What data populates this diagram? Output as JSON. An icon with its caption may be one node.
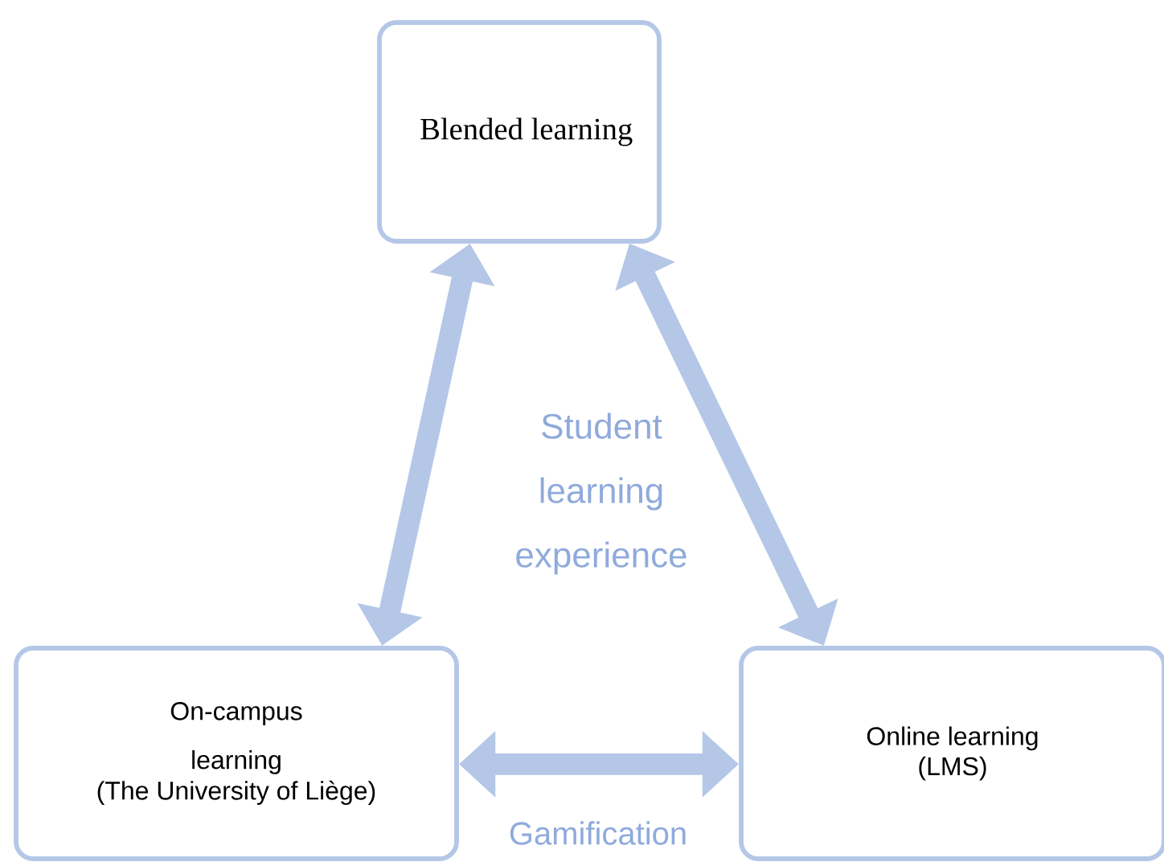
{
  "diagram": {
    "nodes": [
      {
        "text": [
          "Blended learning"
        ]
      },
      {
        "text": [
          "On-campus learning",
          "(The University of Liège)"
        ]
      },
      {
        "text": [
          "Online learning",
          "(LMS)"
        ]
      }
    ],
    "edges": [
      {
        "from": 0,
        "to": 1,
        "arrow": "both"
      },
      {
        "from": 0,
        "to": 2,
        "arrow": "both"
      },
      {
        "from": 1,
        "to": 2,
        "arrow": "both",
        "label": "Gamification"
      }
    ],
    "labels": [
      "Student learning experience"
    ]
  }
}
